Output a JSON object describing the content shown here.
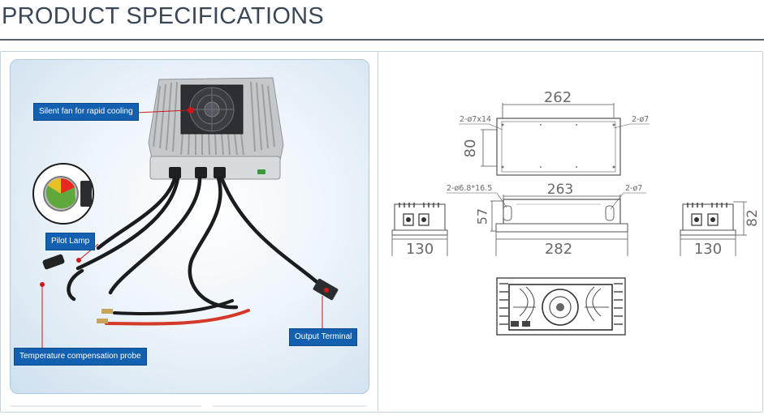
{
  "header": {
    "title": "PRODUCT SPECIFICATIONS"
  },
  "photo": {
    "callouts": {
      "fan": "Silent fan for rapid cooling",
      "lamp": "Pilot Lamp",
      "output": "Output Terminal",
      "temp": "Temperature compensation probe"
    }
  },
  "drawing": {
    "top_view": {
      "width": "262",
      "depth": "80",
      "hole_left": "2-ø7x14",
      "hole_right": "2-ø7"
    },
    "front_view": {
      "width_top": "263",
      "height": "57",
      "width_bottom": "282",
      "hole_left": "2-ø6.8*16.5",
      "hole_right": "2-ø7"
    },
    "side_left": {
      "width": "130"
    },
    "side_right": {
      "width": "130",
      "height": "82"
    }
  },
  "colors": {
    "callout_bg": "#1360b0",
    "title": "#3a4756",
    "line": "#555555"
  }
}
